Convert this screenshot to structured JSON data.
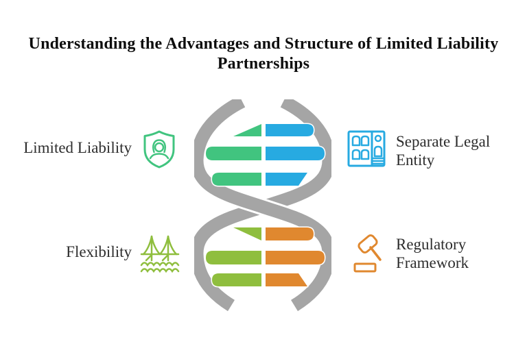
{
  "title": {
    "text": "Understanding the Advantages and Structure of Limited Liability Partnerships"
  },
  "items": [
    {
      "id": "limited-liability",
      "label": "Limited Liability",
      "icon": "shield-person-icon",
      "position": "top-left",
      "color": "#41c47f"
    },
    {
      "id": "separate-legal-entity",
      "label": "Separate Legal Entity",
      "icon": "building-icon",
      "position": "top-right",
      "color": "#27aae1"
    },
    {
      "id": "flexibility",
      "label": "Flexibility",
      "icon": "bridge-icon",
      "position": "bottom-left",
      "color": "#8fbe3e"
    },
    {
      "id": "regulatory-framework",
      "label": "Regulatory Framework",
      "icon": "gavel-icon",
      "position": "bottom-right",
      "color": "#e0882f"
    }
  ],
  "dna": {
    "strand_color": "#a5a5a5",
    "top_rungs": {
      "count": 3,
      "left_color": "#41c47f",
      "right_color": "#27aae1"
    },
    "bottom_rungs": {
      "count": 3,
      "left_color": "#8fbe3e",
      "right_color": "#e0882f"
    }
  },
  "palette": {
    "emerald": "#41c47f",
    "blue": "#27aae1",
    "lime": "#8fbe3e",
    "orange": "#e0882f",
    "strand_gray": "#a5a5a5",
    "white": "#ffffff",
    "title_text": "#0d0d0d",
    "label_text": "#2d2d2d"
  }
}
